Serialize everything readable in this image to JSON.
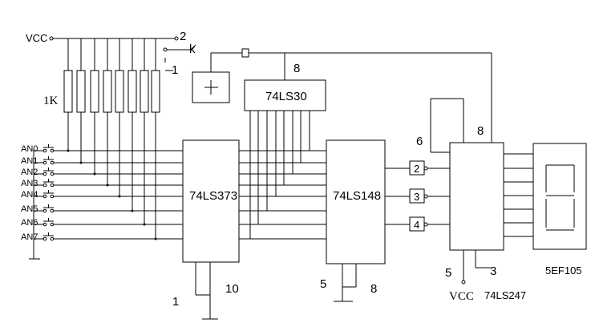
{
  "labels": {
    "vcc_top": "VCC",
    "resistor": "1K",
    "switch_k": "k",
    "switch_pos1": "1",
    "switch_pos2": "2",
    "chip_74ls30": "74LS30",
    "chip_74ls30_pin": "8",
    "chip_74ls373": "74LS373",
    "chip_74ls373_pin_left": "1",
    "chip_74ls373_pin_right": "10",
    "chip_74ls148": "74LS148",
    "chip_74ls148_pin_left": "5",
    "chip_74ls148_pin_right": "8",
    "chip_74ls247": "74LS247",
    "chip_74ls247_pin_6": "6",
    "chip_74ls247_pin_8": "8",
    "chip_74ls247_pin_5": "5",
    "chip_74ls247_pin_3": "3",
    "vcc_bottom": "VCC",
    "display": "5EF105",
    "inverter_2": "2",
    "inverter_3": "3",
    "inverter_4": "4"
  },
  "buttons": [
    "AN0",
    "AN1",
    "AN2",
    "AN3",
    "AN4",
    "AN5",
    "AN6",
    "AN7"
  ]
}
